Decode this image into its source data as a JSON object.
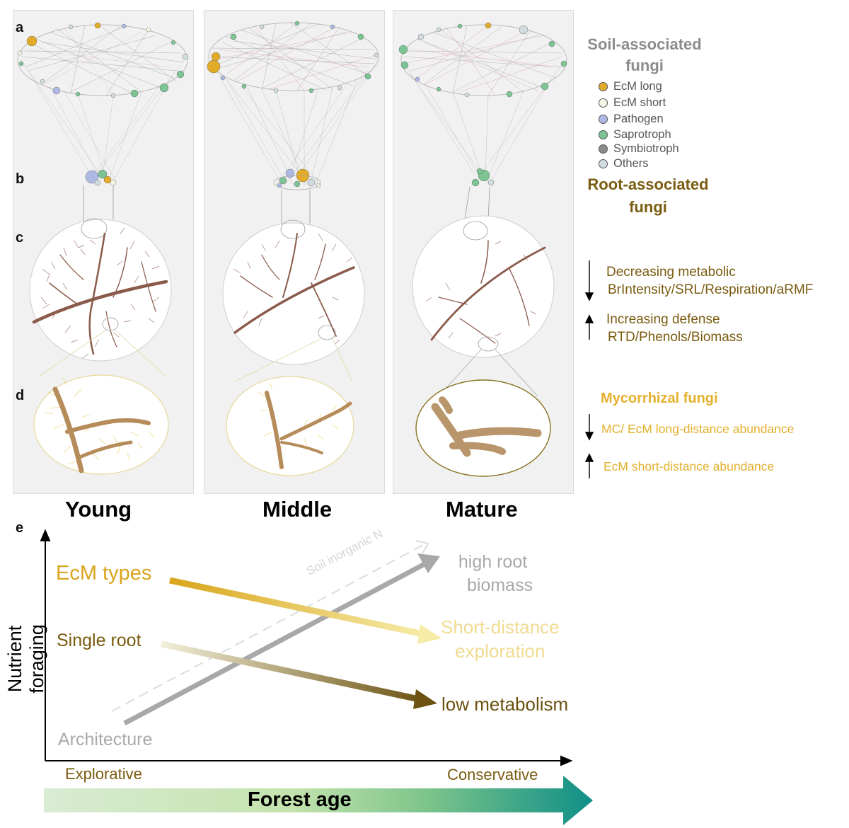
{
  "panels": {
    "letters": [
      "a",
      "b",
      "c",
      "d",
      "e"
    ],
    "stages": [
      "Young",
      "Middle",
      "Mature"
    ]
  },
  "legend": {
    "soil_title_line1": "Soil-associated",
    "soil_title_line2": "fungi",
    "items": [
      {
        "label": "EcM long",
        "color": "#e3ab2a"
      },
      {
        "label": "EcM short",
        "color": "#f7f7e8"
      },
      {
        "label": "Pathogen",
        "color": "#aeb8e4"
      },
      {
        "label": "Saprotroph",
        "color": "#7cc494"
      },
      {
        "label": "Symbiotroph",
        "color": "#8a8a8a"
      },
      {
        "label": "Others",
        "color": "#d0dce0"
      }
    ],
    "root_title_line1": "Root-associated",
    "root_title_line2": "fungi"
  },
  "traits": {
    "decreasing_line1": "Decreasing metabolic",
    "decreasing_line2": "BrIntensity/SRL/Respiration/aRMF",
    "increasing_line1": "Increasing defense",
    "increasing_line2": "RTD/Phenols/Biomass",
    "myco_title": "Mycorrhizal fungi",
    "myco_decrease": "MC/ EcM long-distance abundance",
    "myco_increase": "EcM short-distance abundance"
  },
  "schematic": {
    "y_axis_label": "Nutrient foraging",
    "ecm_types": "EcM types",
    "single_root": "Single root",
    "architecture": "Architecture",
    "soil_n": "Soil inorganic N",
    "high_root_line1": "high root",
    "high_root_line2": "biomass",
    "short_dist_line1": "Short-distance",
    "short_dist_line2": "exploration",
    "low_metab": "low metabolism",
    "explorative": "Explorative",
    "conservative": "Conservative",
    "forest_age": "Forest age"
  },
  "colors": {
    "gold": "#e4b02d",
    "brown": "#7a5c10",
    "grey_text": "#a9a9a9",
    "pale_gold": "#f0dc92",
    "teal": "#0f8f87"
  }
}
